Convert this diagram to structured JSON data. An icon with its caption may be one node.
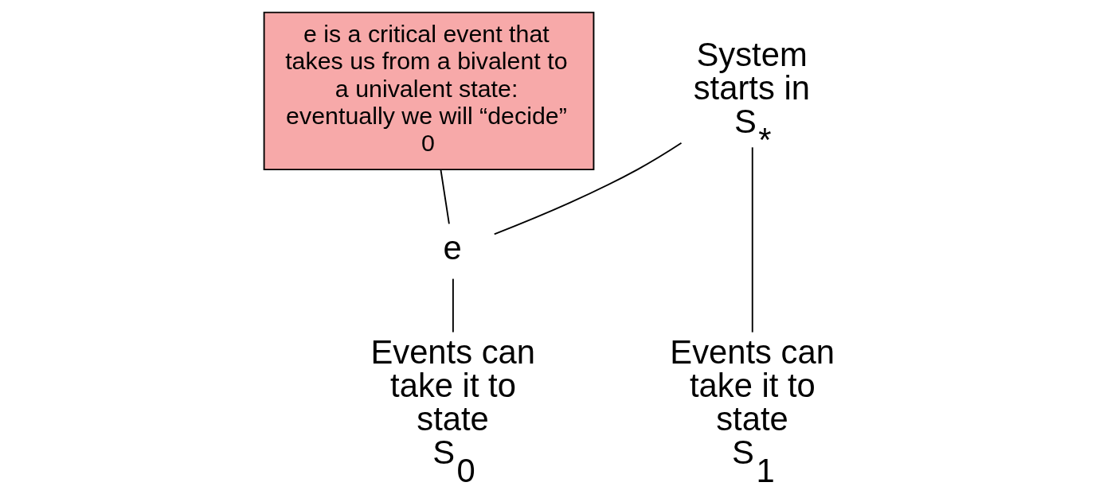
{
  "diagram": {
    "nodes": [
      {
        "text": [
          "e is a critical event that takes us from a bivalent to a univalent state: eventually we will “decide” 0"
        ]
      },
      {
        "text": [
          "System starts in S$_{*}$"
        ]
      },
      {
        "text": [
          "e"
        ]
      },
      {
        "text": [
          "Events can take it to state S$_{0}$"
        ]
      },
      {
        "text": [
          "Events can take it to state S$_{1}$"
        ]
      }
    ],
    "edges": [
      {
        "from": 0,
        "to": 2,
        "arrow": "none"
      },
      {
        "from": 1,
        "to": 2,
        "arrow": "none"
      },
      {
        "from": 1,
        "to": 4,
        "arrow": "none"
      },
      {
        "from": 2,
        "to": 3,
        "arrow": "none"
      }
    ]
  }
}
